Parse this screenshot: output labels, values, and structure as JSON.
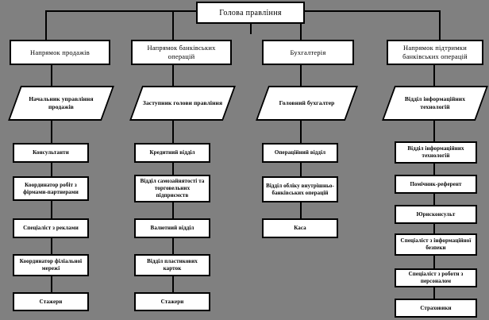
{
  "diagram": {
    "title_root": "Голова правління",
    "background_color": "#808080",
    "box_fill_color": "#ffffff",
    "line_color": "#000000",
    "columns": [
      {
        "division": "Напрямок продажів",
        "manager": "Начальник управління продажів",
        "items": [
          "Консультанти",
          "Координатор робіт з фірмами-партнерами",
          "Спеціаліст з реклами",
          "Координатор філіальної мережі",
          "Стажери"
        ]
      },
      {
        "division": "Напрямок банківських операцій",
        "manager": "Заступник голови правління",
        "items": [
          "Кредитний відділ",
          "Відділ самозайнятості та торговельних підприємств",
          "Валютний відділ",
          "Відділ пластикових карток",
          "Стажери"
        ]
      },
      {
        "division": "Бухгалтерія",
        "manager": "Головний бухгалтер",
        "items": [
          "Операційний відділ",
          "Відділ обліку внутрішньо-банківських операцій",
          "Каса"
        ]
      },
      {
        "division": "Напрямок підтримки банківських операцій",
        "manager": "Відділ інформаційних технологій",
        "items": [
          "Відділ інформаційних технологій",
          "Помічник-референт",
          "Юрисконсульт",
          "Спеціаліст з інформаційної безпеки",
          "Спеціаліст з роботи з персоналом",
          "Страховики"
        ]
      }
    ]
  }
}
